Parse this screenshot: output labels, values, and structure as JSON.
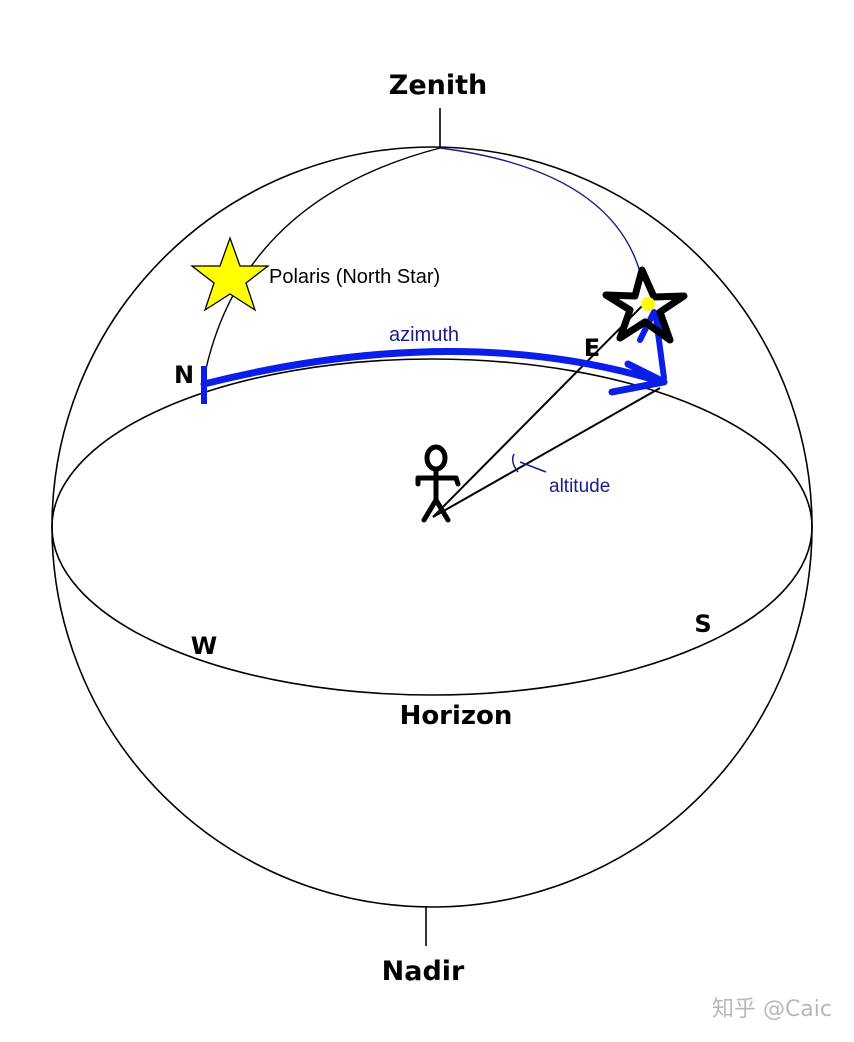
{
  "labels": {
    "zenith": "Zenith",
    "nadir": "Nadir",
    "horizon": "Horizon",
    "north": "N",
    "east": "E",
    "south": "S",
    "west": "W",
    "polaris": "Polaris (North Star)",
    "azimuth": "azimuth",
    "altitude": "altitude"
  },
  "watermark": "知乎 @Caic",
  "colors": {
    "outline": "#000000",
    "azimuth_arrow": "#0a1ee8",
    "annotation_text": "#1b1b8c",
    "polaris_fill": "#ffff00",
    "star_outline": "#000000",
    "watermark": "#b8b8b8"
  },
  "icons": {
    "polaris": "star-icon",
    "target_star": "star-icon",
    "observer": "stick-figure-icon"
  }
}
